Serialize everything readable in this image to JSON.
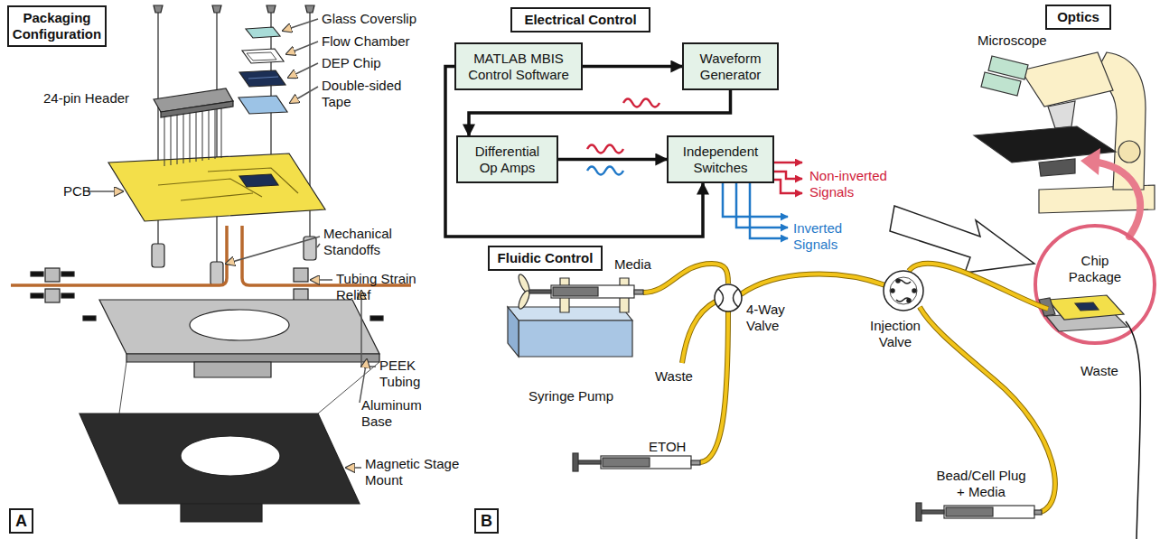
{
  "diagram": {
    "nodes": [
      {
        "text": [
          "Packaging Configuration"
        ]
      },
      {
        "text": [
          "A"
        ]
      },
      {
        "text": [
          "Electrical Control"
        ]
      },
      {
        "text": [
          "MATLAB MBIS Control Software"
        ]
      },
      {
        "text": [
          "Waveform Generator"
        ]
      },
      {
        "text": [
          "Differential Op Amps"
        ]
      },
      {
        "text": [
          "Independent Switches"
        ]
      },
      {
        "text": [
          "Optics"
        ]
      },
      {
        "text": [
          "Fluidic Control"
        ]
      },
      {
        "text": [
          "B"
        ]
      }
    ],
    "edges": [
      {
        "from": 3,
        "to": 4,
        "arrow": "to"
      },
      {
        "from": 4,
        "to": 5,
        "arrow": "to"
      },
      {
        "from": 5,
        "to": 6,
        "arrow": "to"
      },
      {
        "from": 3,
        "to": 6,
        "arrow": "to"
      }
    ],
    "labels": [
      "24-pin Header",
      "Glass Coverslip",
      "Flow Chamber",
      "DEP Chip",
      "Double-sided Tape",
      "PCB",
      "Mechanical Standoffs",
      "Tubing Strain Relief",
      "PEEK Tubing",
      "Aluminum Base",
      "Magnetic Stage Mount",
      "Non-inverted Signals",
      "Inverted Signals",
      "Microscope",
      "Chip Package",
      "Media",
      "Syringe Pump",
      "Waste",
      "4-Way Valve",
      "ETOH",
      "Injection Valve",
      "Bead/Cell Plug + Media",
      "Waste"
    ]
  }
}
